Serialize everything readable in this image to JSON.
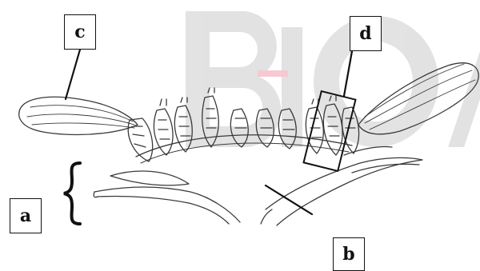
{
  "labels": {
    "a": "a",
    "b": "b",
    "c": "c",
    "d": "d"
  },
  "watermark": {
    "text": "BIO",
    "color": "#d9d9d9"
  },
  "colors": {
    "line": "#3a3a3a",
    "pointer": "#111111"
  }
}
